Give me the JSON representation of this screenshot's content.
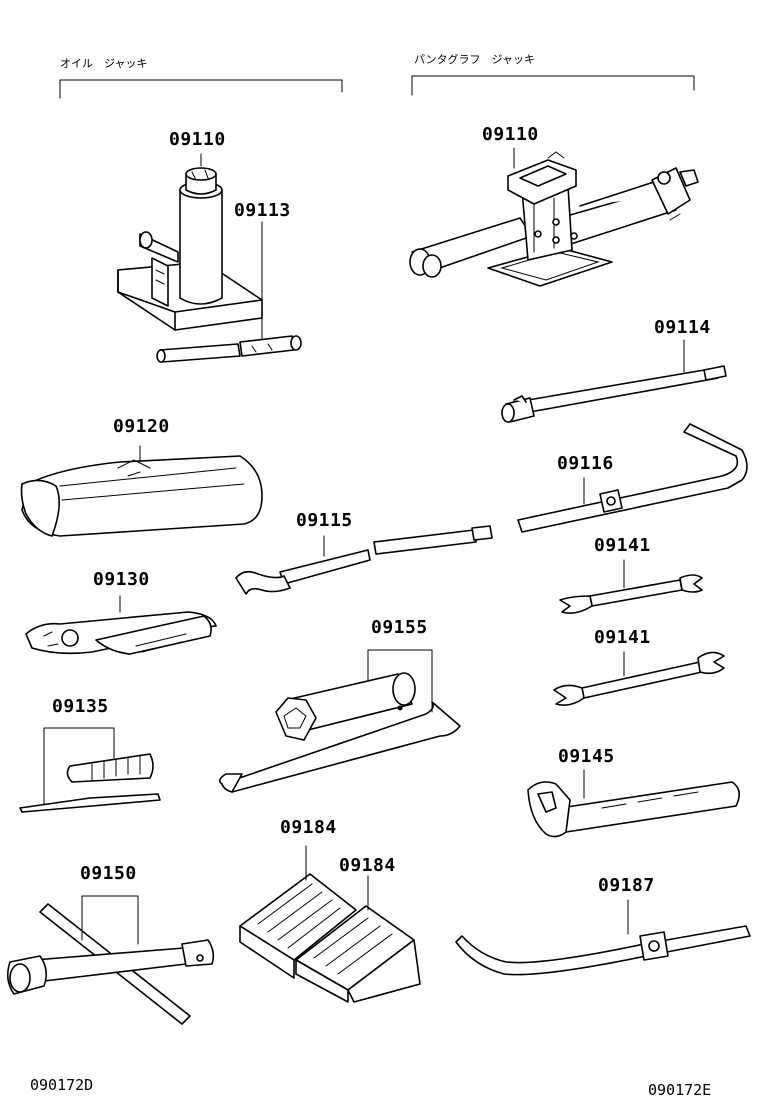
{
  "headers": {
    "oil_jack": "オイル　ジャッキ",
    "pantograph_jack": "パンタグラフ　ジャッキ"
  },
  "parts": {
    "p1": "09110",
    "p2": "09113",
    "p3": "09110",
    "p4": "09114",
    "p5": "09120",
    "p6": "09116",
    "p7": "09115",
    "p8": "09141",
    "p9": "09130",
    "p10": "09155",
    "p11": "09141",
    "p12": "09135",
    "p13": "09145",
    "p14": "09184",
    "p15": "09184",
    "p16": "09150",
    "p17": "09187"
  },
  "footer": {
    "left_code": "090172D",
    "right_code": "090172E"
  }
}
